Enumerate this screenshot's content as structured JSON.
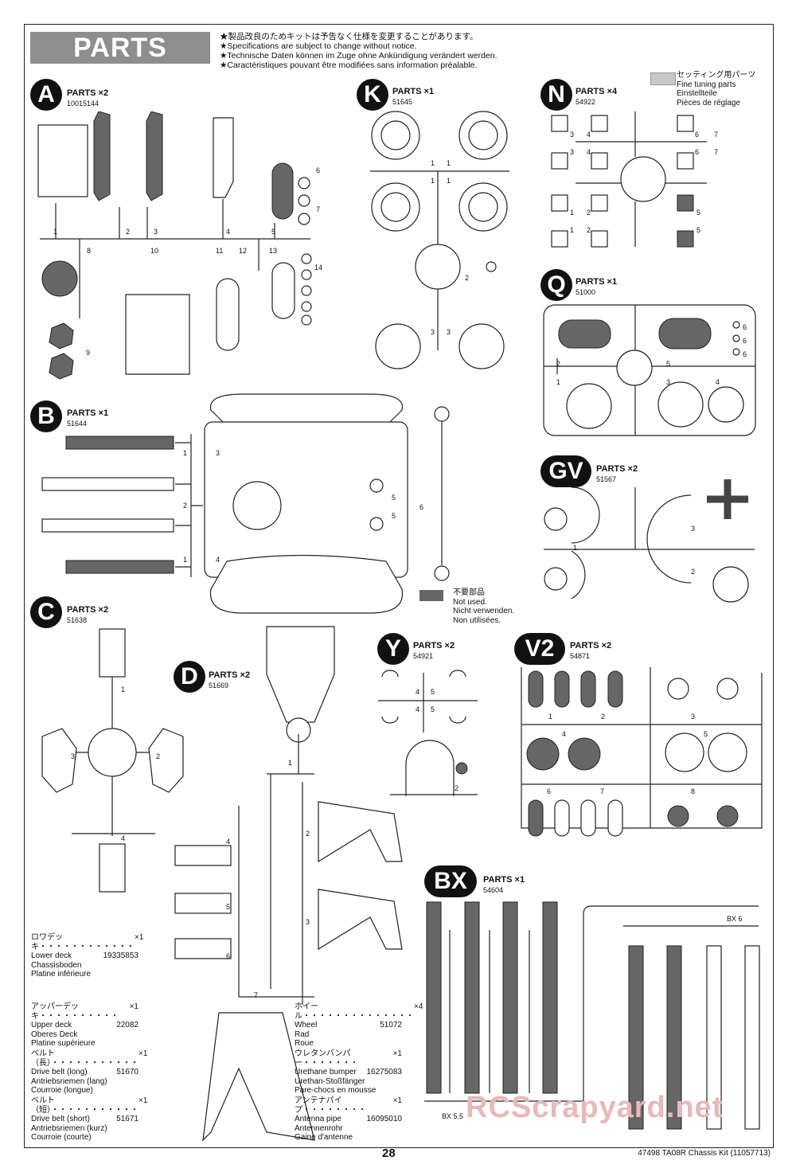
{
  "header": {
    "title": "PARTS",
    "notes": [
      "★製品改良のためキットは予告なく仕様を変更することがあります。",
      "★Specifications are subject to change without notice.",
      "★Technische Daten können im Zuge ohne Ankündigung verändert werden.",
      "★Caractéristiques pouvant être modifiées sans information préalable."
    ]
  },
  "legend_fine": {
    "jp": "セッティング用パーツ",
    "en": "Fine tuning parts",
    "de": "Einstellteile",
    "fr": "Pièces de réglage",
    "color": "#c8c8c8"
  },
  "legend_unused": {
    "jp": "不要部品",
    "en": "Not used.",
    "de": "Nicht verwenden.",
    "fr": "Non utilisées.",
    "color": "#666666"
  },
  "trees": {
    "A": {
      "letter": "A",
      "label": "PARTS",
      "qty": "×2",
      "code": "10015144",
      "gates": [
        "1",
        "2",
        "3",
        "4",
        "5",
        "6",
        "7",
        "8",
        "9",
        "10",
        "11",
        "12",
        "13",
        "14"
      ]
    },
    "K": {
      "letter": "K",
      "label": "PARTS",
      "qty": "×1",
      "code": "51645",
      "gates": [
        "1",
        "1",
        "1",
        "1",
        "2",
        "3",
        "3"
      ]
    },
    "N": {
      "letter": "N",
      "label": "PARTS",
      "qty": "×4",
      "code": "54922",
      "gates": [
        "3",
        "4",
        "3",
        "4",
        "6",
        "7",
        "6",
        "7",
        "1",
        "2",
        "1",
        "2",
        "5",
        "5"
      ]
    },
    "Q": {
      "letter": "Q",
      "label": "PARTS",
      "qty": "×1",
      "code": "51000",
      "gates": [
        "2",
        "5",
        "1",
        "3",
        "4",
        "6",
        "6",
        "6"
      ]
    },
    "B": {
      "letter": "B",
      "label": "PARTS",
      "qty": "×1",
      "code": "51644",
      "gates": [
        "1",
        "2",
        "1",
        "3",
        "4",
        "5",
        "5",
        "6"
      ]
    },
    "GV": {
      "letter": "GV",
      "label": "PARTS",
      "qty": "×2",
      "code": "51567",
      "gates": [
        "1",
        "2",
        "3"
      ]
    },
    "C": {
      "letter": "C",
      "label": "PARTS",
      "qty": "×2",
      "code": "51638",
      "gates": [
        "1",
        "2",
        "3",
        "4"
      ]
    },
    "D": {
      "letter": "D",
      "label": "PARTS",
      "qty": "×2",
      "code": "51669",
      "gates": [
        "1",
        "2",
        "3",
        "4",
        "5",
        "6",
        "7"
      ]
    },
    "Y": {
      "letter": "Y",
      "label": "PARTS",
      "qty": "×2",
      "code": "54921",
      "gates": [
        "4",
        "5",
        "4",
        "5",
        "2"
      ]
    },
    "V2": {
      "letter": "V2",
      "label": "PARTS",
      "qty": "×2",
      "code": "54871",
      "gates": [
        "1",
        "2",
        "3",
        "4",
        "5",
        "6",
        "7",
        "8"
      ]
    },
    "BX": {
      "letter": "BX",
      "label": "PARTS",
      "qty": "×1",
      "code": "54604",
      "gates": [
        "BX 6",
        "BX 5.5"
      ]
    }
  },
  "descriptions": [
    {
      "jp": "ロワデッキ",
      "dots": "・・・・・・・・・・・・",
      "qty": "×1",
      "en": "Lower deck",
      "code": "19335853",
      "de": "Chassisboden",
      "fr": "Platine inférieure"
    },
    {
      "jp": "アッパーデッキ",
      "dots": "・・・・・・・・・・",
      "qty": "×1",
      "en": "Upper deck",
      "code": "22082",
      "de": "Oberes Deck",
      "fr": "Platine supérieure"
    },
    {
      "jp": "ベルト（長）",
      "dots": "・・・・・・・・・・・",
      "qty": "×1",
      "en": "Drive belt (long)",
      "code": "51670",
      "de": "Antriebsriemen (lang)",
      "fr": "Courroie (longue)"
    },
    {
      "jp": "ベルト（短）",
      "dots": "・・・・・・・・・・・",
      "qty": "×1",
      "en": "Drive belt (short)",
      "code": "51671",
      "de": "Antriebsriemen (kurz)",
      "fr": "Courroie (courte)"
    },
    {
      "jp": "ホイール",
      "dots": "・・・・・・・・・・・・・・",
      "qty": "×4",
      "en": "Wheel",
      "code": "51072",
      "de": "Rad",
      "fr": "Roue"
    },
    {
      "jp": "ウレタンバンパー",
      "dots": "・・・・・・・",
      "qty": "×1",
      "en": "Urethane bumper",
      "code": "16275083",
      "de": "Urethan-Stoßfänger",
      "fr": "Pare-chocs en mousse"
    },
    {
      "jp": "アンテナパイプ",
      "dots": "・・・・・・・・",
      "qty": "×1",
      "en": "Antenna pipe",
      "code": "16095010",
      "de": "Antennenrohr",
      "fr": "Gaine d'antenne"
    }
  ],
  "footer": {
    "page": "28",
    "kit": "47498  TA08R Chassis Kit (11057713)"
  },
  "watermark": "RCScrapyard.net"
}
